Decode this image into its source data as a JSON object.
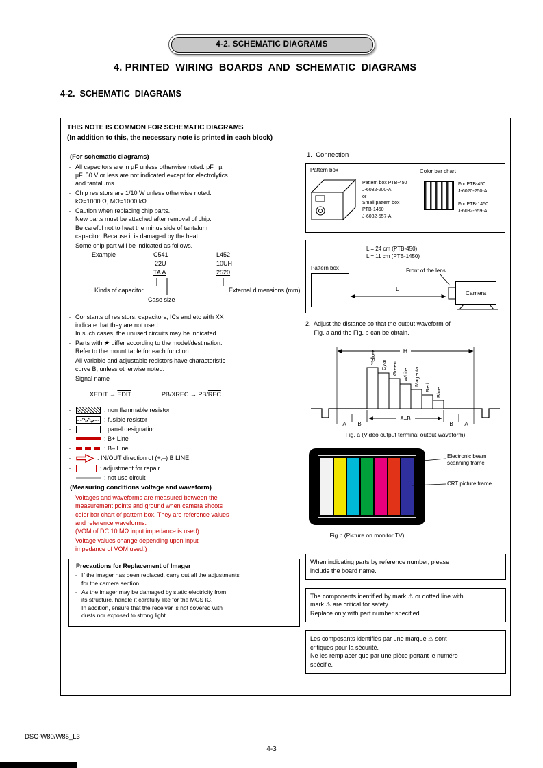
{
  "page": {
    "header_pill": "4-2. SCHEMATIC DIAGRAMS",
    "title": "4. PRINTED  WIRING  BOARDS  AND  SCHEMATIC  DIAGRAMS",
    "subtitle": "4-2.  SCHEMATIC  DIAGRAMS",
    "footer_left": "DSC-W80/W85_L3",
    "page_number": "4-3"
  },
  "note_box": {
    "title_line1": "THIS NOTE IS COMMON FOR SCHEMATIC DIAGRAMS",
    "title_line2": "(In addition to this, the necessary note is printed in each block)",
    "left": {
      "section1_title": "(For schematic diagrams)",
      "bullets": [
        "All capacitors are in µF unless otherwise noted. pF : µ\nµF.  50 V or less are not indicated except for electrolytics\nand tantalums.",
        "Chip resistors are 1/10 W unless otherwise noted.\nkΩ=1000 Ω,  MΩ=1000 kΩ.",
        "Caution when replacing chip parts.\nNew parts must be attached after removal of chip.\nBe careful not to heat the minus side of tantalum\ncapacitor, Because it is damaged by the heat.",
        "Some chip part will be indicated as follows.",
        "Constants of resistors, capacitors, ICs and etc with XX\nindicate that they are not used.\nIn such cases, the unused circuits may be indicated.",
        "Parts with ★ differ according to the model/destination.\nRefer to the mount table for each function.",
        "All variable and adjustable resistors have characteristic\ncurve B, unless otherwise noted.",
        "Signal name"
      ],
      "example": {
        "label": "Example",
        "cap_ref": "C541",
        "coil_ref": "L452",
        "cap_value": "22U",
        "coil_value": "10UH",
        "cap_code": "TA A",
        "coil_code": "2520",
        "kinds_label": "Kinds of capacitor",
        "case_label": "Case size",
        "ext_label": "External dimensions (mm)"
      },
      "signal": {
        "s1": "XEDIT → ",
        "s2": "EDIT",
        "s3": "PB/XREC → PB/",
        "s4": "REC"
      },
      "legend": [
        {
          "label": ": non flammable resistor"
        },
        {
          "label": ": fusible resistor"
        },
        {
          "label": ": panel designation"
        },
        {
          "label": ": B+ Line"
        },
        {
          "label": ": B– Line"
        },
        {
          "label": ": IN/OUT direction of (+,–) B LINE."
        },
        {
          "label": ": adjustment for repair."
        },
        {
          "label": ": not use circuit"
        }
      ],
      "section2_title": "(Measuring conditions voltage and waveform)",
      "red_notes": [
        "Voltages and waveforms are measured between the\nmeasurement points and ground when camera shoots\ncolor bar chart of pattern box. They are reference values\nand reference waveforms.\n(VOM of DC 10 MΩ input impedance is used)",
        "Voltage  values  change  depending  upon  input\nimpedance of VOM used.)"
      ],
      "precautions": {
        "title": "Precautions for Replacement of Imager",
        "items": [
          "If the imager has been replaced, carry out all the adjustments\nfor the camera section.",
          "As the imager may be damaged by static electricity from\nits structure, handle it carefully like for the MOS IC.\nIn addition, ensure that the receiver is not covered with\ndusts nor exposed to strong light."
        ]
      }
    },
    "right": {
      "connection_heading": "1.  Connection",
      "fig_connection": {
        "pattern_box_label": "Pattern box",
        "colorbar_label": "Color bar chart",
        "center_text": "Pattern box PTB-450\nJ-6082-200-A\n    or\nSmall pattern box\nPTB-1450\nJ-6082-557-A",
        "right_text": "For PTB-450:\nJ-6020-250-A\n\nFor PTB-1450:\nJ-6082-559-A"
      },
      "fig_distance": {
        "l_text": "L = 24 cm (PTB-450)\nL = 11 cm (PTB-1450)",
        "pattern_box_label": "Pattern box",
        "front_label": "Front of the lens",
        "camera_label": "Camera",
        "l_label": "L"
      },
      "adjust_text": "2.  Adjust the distance so that the output waveform of\n     Fig. a and the Fig. b can be obtain.",
      "fig_a": {
        "h_label": "H",
        "colors": [
          "Yellow",
          "Cyan",
          "Green",
          "White",
          "Magenta",
          "Red",
          "Blue"
        ],
        "bottom_labels": [
          "A",
          "B",
          "A=B",
          "B",
          "A"
        ],
        "caption": "Fig. a (Video output terminal output waveform)"
      },
      "fig_b": {
        "bar_colors": [
          "#f2f2f2",
          "#f0e400",
          "#00b9d8",
          "#00a13a",
          "#e8007d",
          "#e03318",
          "#2f2f9e"
        ],
        "label_scanning": "Electronic beam\nscanning frame",
        "label_crt": "CRT picture frame",
        "caption": "Fig.b (Picture on monitor TV)"
      },
      "notes": [
        "When indicating parts by reference number, please\ninclude the board name.",
        "The components identified by mark ⚠ or dotted line with\nmark ⚠ are critical for safety.\nReplace only with part number specified.",
        "Les composants identifiés par une marque ⚠ sont\ncritiques pour la sécurité.\nNe les remplacer que par une pièce portant le numéro\nspécifie."
      ]
    }
  }
}
